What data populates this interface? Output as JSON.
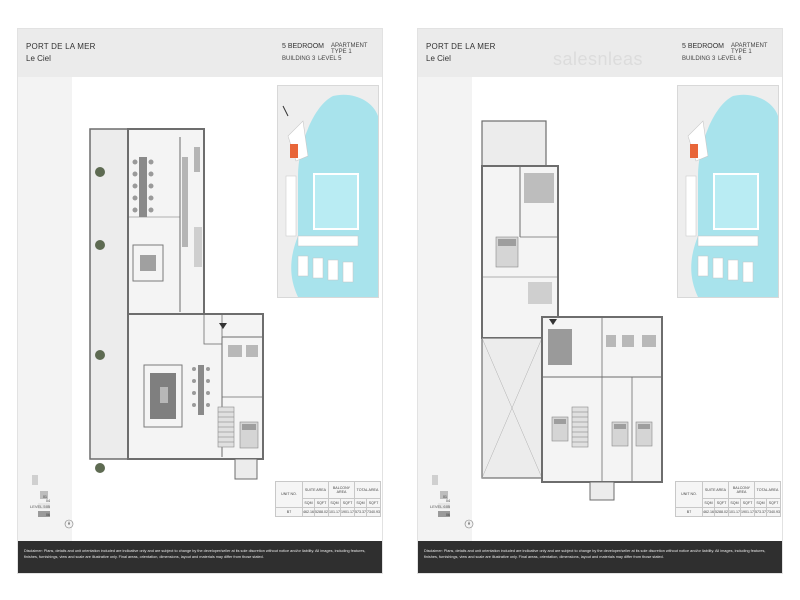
{
  "sheets": [
    {
      "project": "PORT DE LA MER",
      "building_name": "Le Ciel",
      "bedrooms": "5 BEDROOM",
      "apartment_type": "APARTMENT TYPE 1",
      "building": "BUILDING 3",
      "separator": "-",
      "level": "LEVEL 5",
      "level_label": "LEVEL 5",
      "mini_labels": [
        "01",
        "04",
        "05",
        "06"
      ],
      "area_table": {
        "unit_header": "UNIT NO.",
        "suite_header": "SUITE AREA",
        "balcony_header": "BALCONY AREA",
        "total_header": "TOTAL AREA",
        "units": [
          "SQM",
          "SQFT",
          "SQM",
          "SQFT",
          "SQM",
          "SQFT"
        ],
        "unit_no": "B7",
        "values": [
          "462.16",
          "5288.02",
          "101.17",
          "1901.17",
          "573.37",
          "7340.93"
        ]
      },
      "disclaimer": "Disclaimer: Plans, details and unit orientation included are indicative only and are subject to change by the developer/seller at its sole discretion without notice and/or liability. All images, including features, finishes, furnishings, view and scale are illustrative only. Final areas, orientation, dimensions, layout and materials may differ from those stated."
    },
    {
      "project": "PORT DE LA MER",
      "building_name": "Le Ciel",
      "bedrooms": "5 BEDROOM",
      "apartment_type": "APARTMENT TYPE 1",
      "building": "BUILDING 3",
      "separator": "-",
      "level": "LEVEL 6",
      "level_label": "LEVEL 6",
      "watermark": "salesnleas",
      "mini_labels": [
        "01",
        "04",
        "05",
        "06"
      ],
      "area_table": {
        "unit_header": "UNIT NO.",
        "suite_header": "SUITE AREA",
        "balcony_header": "BALCONY AREA",
        "total_header": "TOTAL AREA",
        "units": [
          "SQM",
          "SQFT",
          "SQM",
          "SQFT",
          "SQM",
          "SQFT"
        ],
        "unit_no": "B7",
        "values": [
          "462.16",
          "5288.02",
          "101.17",
          "1901.17",
          "573.37",
          "7340.93"
        ]
      },
      "disclaimer": "Disclaimer: Plans, details and unit orientation included are indicative only and are subject to change by the developer/seller at its sole discretion without notice and/or liability. All images, including features, finishes, furnishings, view and scale are illustrative only. Final areas, orientation, dimensions, layout and materials may differ from those stated."
    }
  ],
  "colors": {
    "header_bg": "#ebebeb",
    "footer_bg": "#2f2f2f",
    "pool_water": "#a8e3ec",
    "unit_highlight": "#e8663a",
    "plan_wall": "#6d6d6d",
    "plan_floor": "#efefef"
  }
}
